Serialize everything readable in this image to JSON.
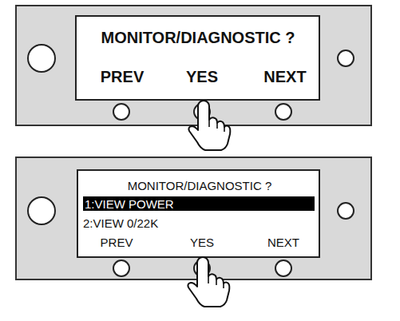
{
  "diagram": {
    "nodes": [
      {
        "text": [
          "MONITOR/DIAGNOSTIC ?",
          "PREV",
          "YES",
          "NEXT"
        ]
      },
      {
        "text": [
          "MONITOR/DIAGNOSTIC ?",
          "2:VIEW 0/22K",
          "PREV",
          "YES",
          "NEXT"
        ]
      },
      {
        "text": [
          "1:VIEW POWER"
        ],
        "in": 1
      }
    ]
  }
}
